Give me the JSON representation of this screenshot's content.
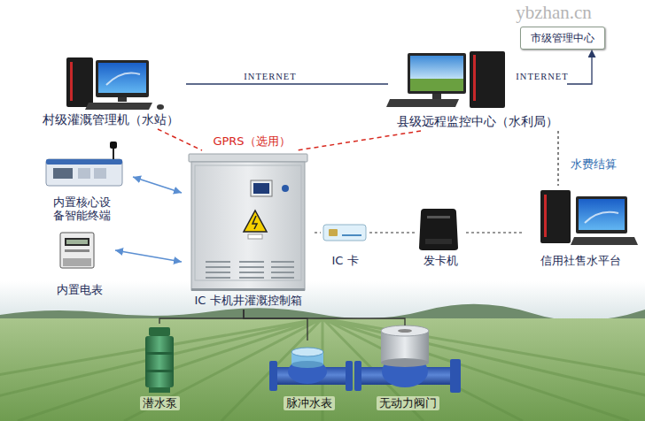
{
  "diagram": {
    "nodes": [
      {
        "text": [
          "村级灌溉管理机（水站）"
        ]
      },
      {
        "text": [
          "县级远程监控中心（水利局）"
        ]
      },
      {
        "text": [
          "市级管理中心"
        ]
      },
      {
        "text": [
          "内置核心设备智能终端"
        ]
      },
      {
        "text": [
          "内置电表"
        ]
      },
      {
        "text": [
          "IC 卡机井灌溉控制箱"
        ]
      },
      {
        "text": [
          "IC 卡"
        ]
      },
      {
        "text": [
          "发卡机"
        ]
      },
      {
        "text": [
          "信用社售水平台"
        ]
      },
      {
        "text": [
          "潜水泵"
        ]
      },
      {
        "text": [
          "脉冲水表"
        ]
      },
      {
        "text": [
          "无动力阀门"
        ]
      }
    ],
    "edges": [
      {
        "from": 0,
        "to": 1,
        "arrow": "none",
        "label": "INTERNET"
      },
      {
        "from": 1,
        "to": 2,
        "arrow": "to",
        "label": "INTERNET"
      },
      {
        "from": 0,
        "to": 5,
        "arrow": "none"
      },
      {
        "from": 1,
        "to": 5,
        "arrow": "none"
      },
      {
        "from": 3,
        "to": 5,
        "arrow": "both"
      },
      {
        "from": 4,
        "to": 5,
        "arrow": "both"
      },
      {
        "from": 5,
        "to": 6,
        "arrow": "none"
      },
      {
        "from": 6,
        "to": 7,
        "arrow": "none"
      },
      {
        "from": 7,
        "to": 8,
        "arrow": "none"
      },
      {
        "from": 1,
        "to": 8,
        "arrow": "none",
        "label": "水费结算"
      },
      {
        "from": 5,
        "to": 9,
        "arrow": "none"
      },
      {
        "from": 5,
        "to": 10,
        "arrow": "none"
      },
      {
        "from": 5,
        "to": 11,
        "arrow": "none"
      }
    ],
    "labels": [
      "GPRS（选用）",
      "ybzhan.cn"
    ]
  }
}
